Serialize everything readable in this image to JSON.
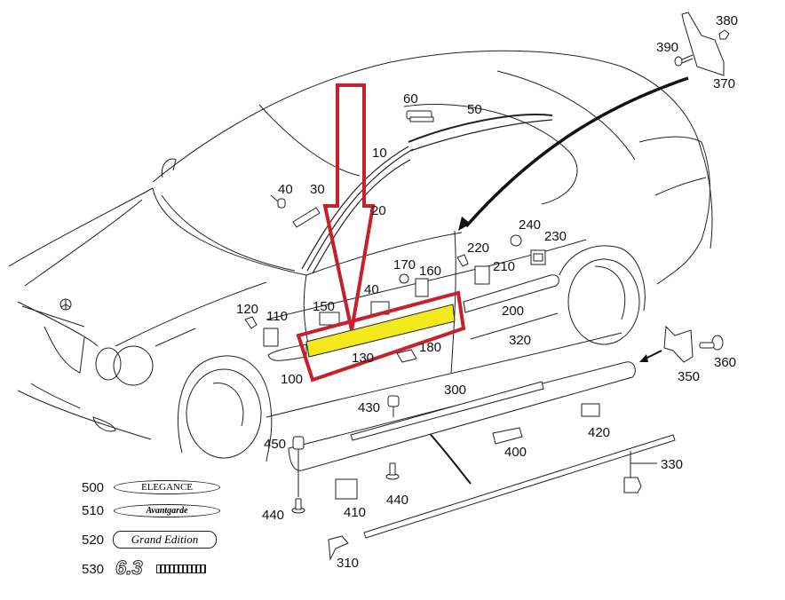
{
  "diagram": {
    "subject": "Vehicle side trim / rocker panel parts diagram",
    "highlight": {
      "part_number": "130",
      "highlight_color": "#f2ea1d",
      "frame_color": "#c8202a",
      "arrow_color": "#c8202a"
    },
    "part_labels": [
      {
        "id": "p380",
        "text": "380"
      },
      {
        "id": "p390",
        "text": "390"
      },
      {
        "id": "p370",
        "text": "370"
      },
      {
        "id": "p60",
        "text": "60"
      },
      {
        "id": "p50",
        "text": "50"
      },
      {
        "id": "p10",
        "text": "10"
      },
      {
        "id": "p40a",
        "text": "40"
      },
      {
        "id": "p30",
        "text": "30"
      },
      {
        "id": "p20",
        "text": "20"
      },
      {
        "id": "p240",
        "text": "240"
      },
      {
        "id": "p230",
        "text": "230"
      },
      {
        "id": "p220",
        "text": "220"
      },
      {
        "id": "p210",
        "text": "210"
      },
      {
        "id": "p170",
        "text": "170"
      },
      {
        "id": "p160",
        "text": "160"
      },
      {
        "id": "p40b",
        "text": "40"
      },
      {
        "id": "p150",
        "text": "150"
      },
      {
        "id": "p120",
        "text": "120"
      },
      {
        "id": "p110",
        "text": "110"
      },
      {
        "id": "p200",
        "text": "200"
      },
      {
        "id": "p320",
        "text": "320"
      },
      {
        "id": "p180",
        "text": "180"
      },
      {
        "id": "p130",
        "text": "130"
      },
      {
        "id": "p100",
        "text": "100"
      },
      {
        "id": "p350",
        "text": "350"
      },
      {
        "id": "p360",
        "text": "360"
      },
      {
        "id": "p300",
        "text": "300"
      },
      {
        "id": "p430",
        "text": "430"
      },
      {
        "id": "p450",
        "text": "450"
      },
      {
        "id": "p420",
        "text": "420"
      },
      {
        "id": "p400",
        "text": "400"
      },
      {
        "id": "p330",
        "text": "330"
      },
      {
        "id": "p440a",
        "text": "440"
      },
      {
        "id": "p440b",
        "text": "440"
      },
      {
        "id": "p410",
        "text": "410"
      },
      {
        "id": "p310",
        "text": "310"
      }
    ],
    "badges": [
      {
        "number": "500",
        "text": "ELEGANCE"
      },
      {
        "number": "510",
        "text": "Avantgarde"
      },
      {
        "number": "520",
        "text": "Grand Edition"
      },
      {
        "number": "530",
        "text": "6.3"
      }
    ]
  }
}
